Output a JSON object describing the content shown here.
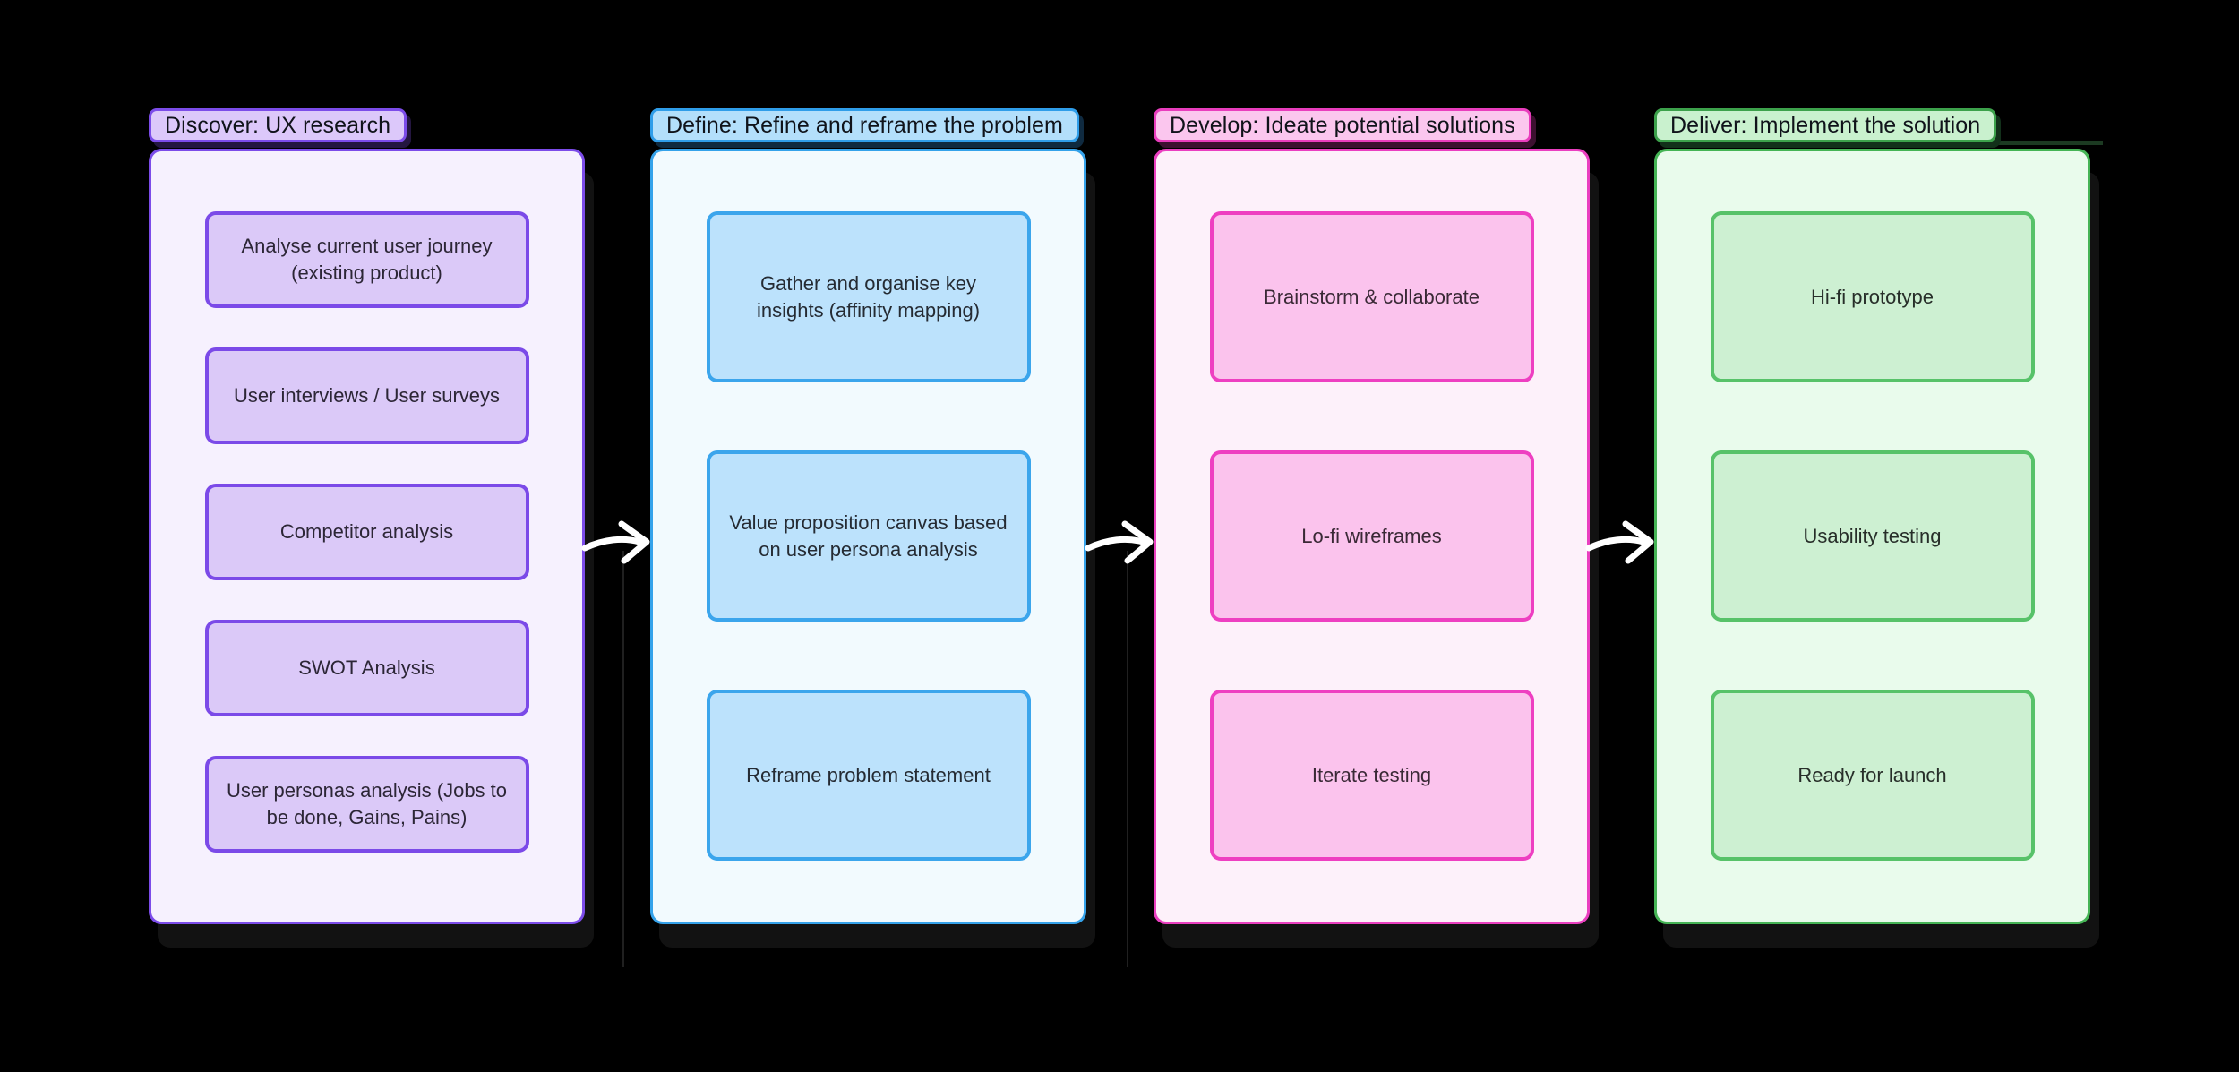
{
  "canvas": {
    "background": "#000000"
  },
  "sections": [
    {
      "id": "discover",
      "label": "Discover: UX research",
      "colors": {
        "label_bg": "#dcc8fa",
        "label_border": "#7c4ce9",
        "label_shadow": "#241640",
        "panel_bg": "#f6f1fe",
        "panel_border": "#7c4ce9",
        "box_bg": "#dbc9f8",
        "box_border": "#7b4ae8",
        "text": "#2c2636"
      },
      "boxes": [
        "Analyse current user journey (existing product)",
        "User interviews / User surveys",
        "Competitor analysis",
        "SWOT Analysis",
        "User personas analysis (Jobs to be done, Gains, Pains)"
      ]
    },
    {
      "id": "define",
      "label": "Define: Refine and reframe the problem",
      "colors": {
        "label_bg": "#b3dffb",
        "label_border": "#2f9de9",
        "label_shadow": "#0f2a40",
        "panel_bg": "#f2fafe",
        "panel_border": "#35a2ea",
        "box_bg": "#bce2fc",
        "box_border": "#3ba5ec",
        "text": "#252b33"
      },
      "boxes": [
        "Gather and organise key insights (affinity mapping)",
        "Value proposition canvas based on user persona analysis",
        "Reframe problem statement"
      ]
    },
    {
      "id": "develop",
      "label": "Develop: Ideate potential solutions",
      "colors": {
        "label_bg": "#fbc6ee",
        "label_border": "#e93dbd",
        "label_shadow": "#3d1030",
        "panel_bg": "#fdf1fa",
        "panel_border": "#ea3fc0",
        "box_bg": "#fbc3ed",
        "box_border": "#ee3fc1",
        "text": "#3a2936"
      },
      "boxes": [
        "Brainstorm & collaborate",
        "Lo-fi wireframes",
        "Iterate testing"
      ]
    },
    {
      "id": "deliver",
      "label": "Deliver: Implement the solution",
      "colors": {
        "label_bg": "#c9f1ce",
        "label_border": "#3ca14b",
        "label_shadow": "#12301a",
        "panel_bg": "#e9fbec",
        "panel_border": "#45b455",
        "box_bg": "#cdf0d2",
        "box_border": "#57c269",
        "text": "#272e29"
      },
      "boxes": [
        "Hi-fi prototype",
        "Usability testing",
        "Ready for launch"
      ]
    }
  ],
  "arrows": [
    {
      "between": [
        "discover",
        "define"
      ]
    },
    {
      "between": [
        "define",
        "develop"
      ]
    },
    {
      "between": [
        "develop",
        "deliver"
      ]
    }
  ],
  "decor": {
    "arrow_color": "#ffffff",
    "connector_line_color": "#202020",
    "green_line_color": "#1c3a22"
  }
}
